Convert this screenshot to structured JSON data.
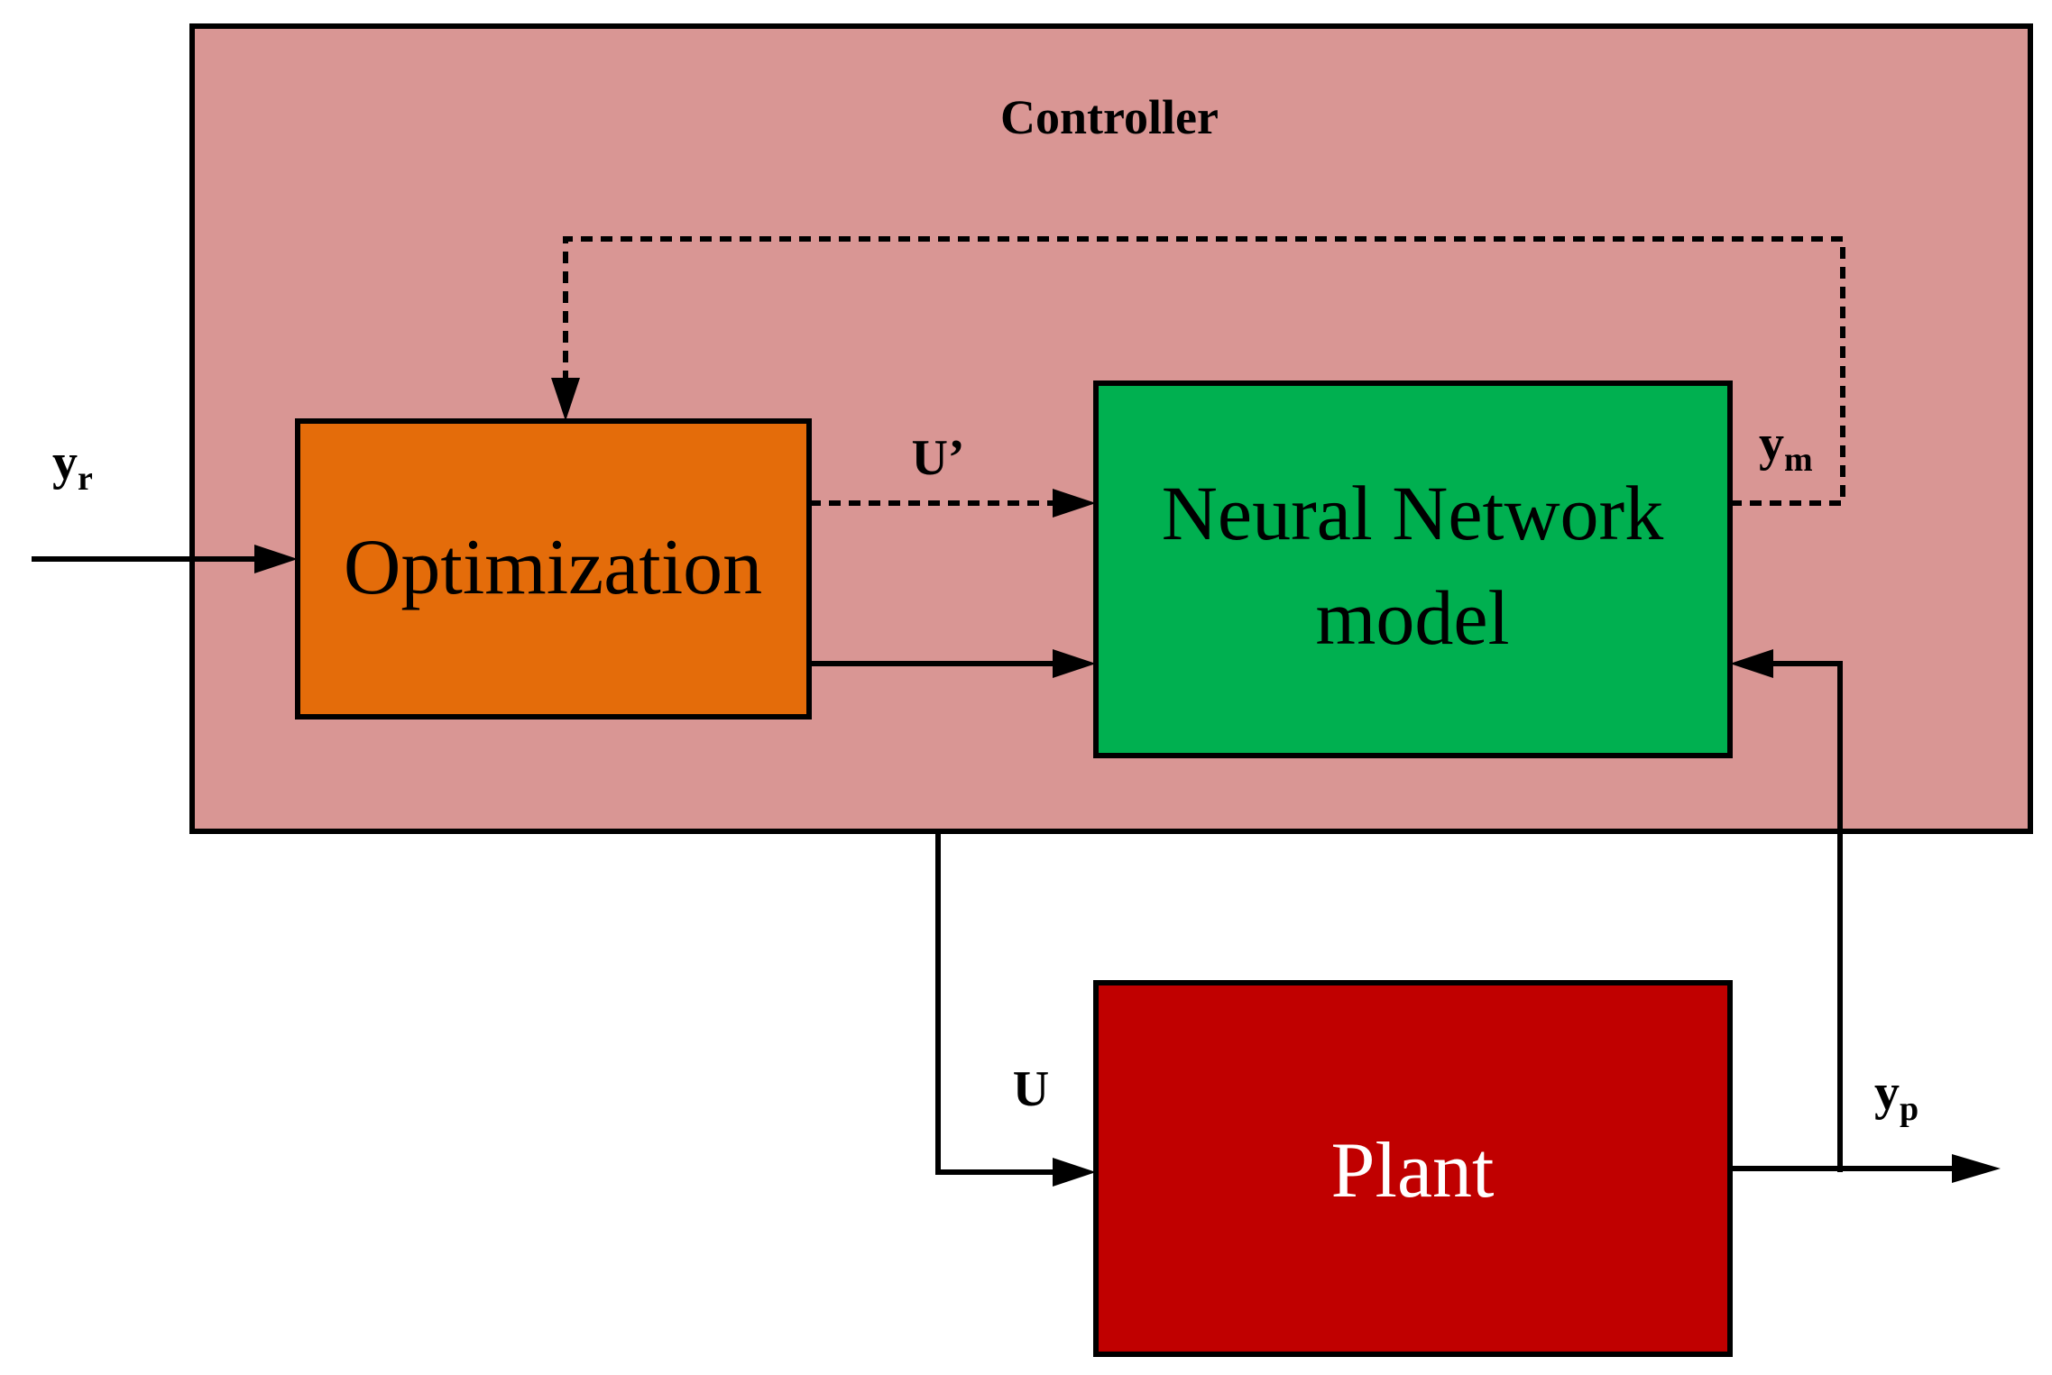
{
  "colors": {
    "controller_fill": "#d99694",
    "optimization_fill": "#e46c0a",
    "nn_fill": "#00b050",
    "plant_fill": "#c00000",
    "stroke": "#000000",
    "plant_text": "#ffffff"
  },
  "controller": {
    "title": "Controller"
  },
  "blocks": {
    "optimization": {
      "label": "Optimization"
    },
    "nn_model": {
      "line1": "Neural Network",
      "line2": "model"
    },
    "plant": {
      "label": "Plant"
    }
  },
  "signals": {
    "yr": {
      "base": "y",
      "sub": "r"
    },
    "u_prime": "U’",
    "ym": {
      "base": "y",
      "sub": "m"
    },
    "u": "U",
    "yp": {
      "base": "y",
      "sub": "p"
    }
  }
}
